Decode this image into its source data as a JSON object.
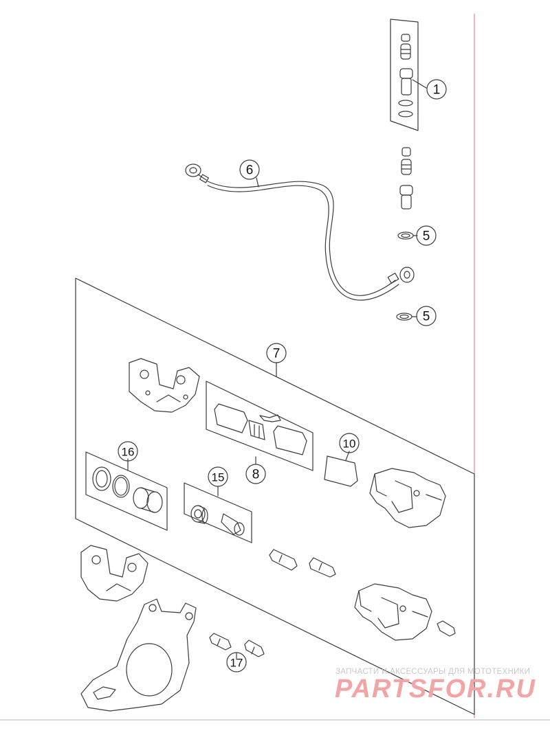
{
  "callouts": [
    {
      "id": "c1",
      "label": "1"
    },
    {
      "id": "c6",
      "label": "6"
    },
    {
      "id": "c5a",
      "label": "5"
    },
    {
      "id": "c5b",
      "label": "5"
    },
    {
      "id": "c7",
      "label": "7"
    },
    {
      "id": "c10",
      "label": "10"
    },
    {
      "id": "c16",
      "label": "16"
    },
    {
      "id": "c8",
      "label": "8"
    },
    {
      "id": "c15",
      "label": "15"
    },
    {
      "id": "c17",
      "label": "17"
    }
  ],
  "watermark": {
    "top_text": "ЗАПЧАСТИ И АКСЕССУАРЫ ДЛЯ МОТОТЕХНИКИ",
    "logo_text": "PARTSFOR.RU"
  },
  "colors": {
    "line": "#3a3a3a",
    "accent_line": "#e07070",
    "watermark_logo": "#f3a5a5",
    "watermark_text": "#c9c9c9"
  }
}
